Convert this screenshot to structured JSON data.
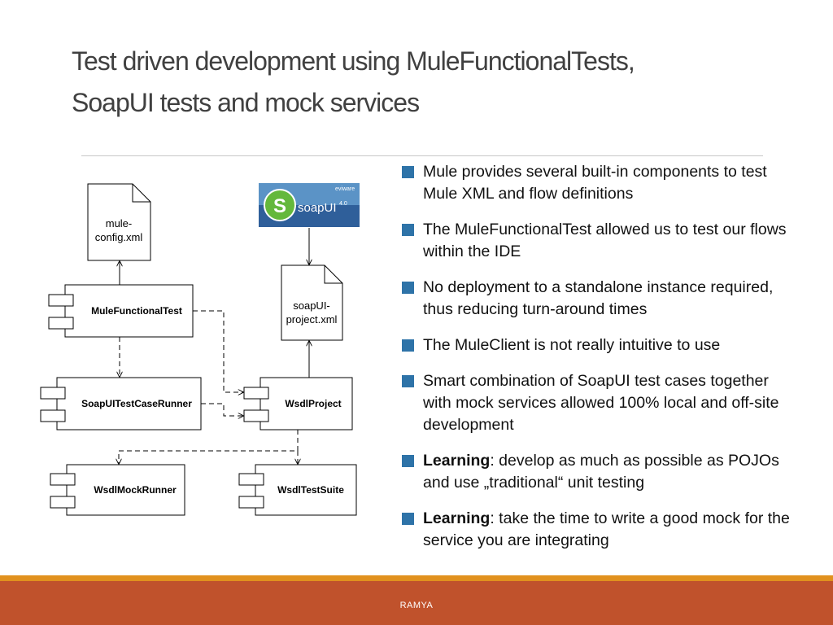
{
  "slide": {
    "title_line1": "Test driven development using MuleFunctionalTests,",
    "title_line2": "SoapUI tests and mock services",
    "footer": "RAMYA"
  },
  "diagram": {
    "doc_mule_config": [
      "mule-",
      "config.xml"
    ],
    "doc_soapui_project": [
      "soapUI-",
      "project.xml"
    ],
    "logo_text": "soapUI",
    "logo_version": "4.0",
    "logo_vendor": "eviware",
    "components": {
      "mule_functional_test": "MuleFunctionalTest",
      "soapui_testcase_runner": "SoapUITestCaseRunner",
      "wsdl_project": "WsdlProject",
      "wsdl_mock_runner": "WsdlMockRunner",
      "wsdl_test_suite": "WsdlTestSuite"
    }
  },
  "bullets": [
    {
      "bold": "",
      "text": "Mule provides several built-in components to test Mule XML and flow definitions"
    },
    {
      "bold": "",
      "text": "The MuleFunctionalTest allowed us to test our flows within the IDE"
    },
    {
      "bold": "",
      "text": "No deployment to a standalone instance required, thus reducing turn-around times"
    },
    {
      "bold": "",
      "text": "The MuleClient is not really intuitive to use"
    },
    {
      "bold": "",
      "text": "Smart combination of SoapUI test cases together with mock services allowed 100% local and off-site development"
    },
    {
      "bold": "Learning",
      "text": ": develop as much as possible as POJOs and use „traditional“ unit testing"
    },
    {
      "bold": "Learning",
      "text": ": take the time to write a good mock for the service you are integrating"
    }
  ],
  "colors": {
    "bullet_square": "#2e73a8",
    "footer_stripe": "#e1911e",
    "footer_band": "#c0522c",
    "title_text": "#404040"
  }
}
